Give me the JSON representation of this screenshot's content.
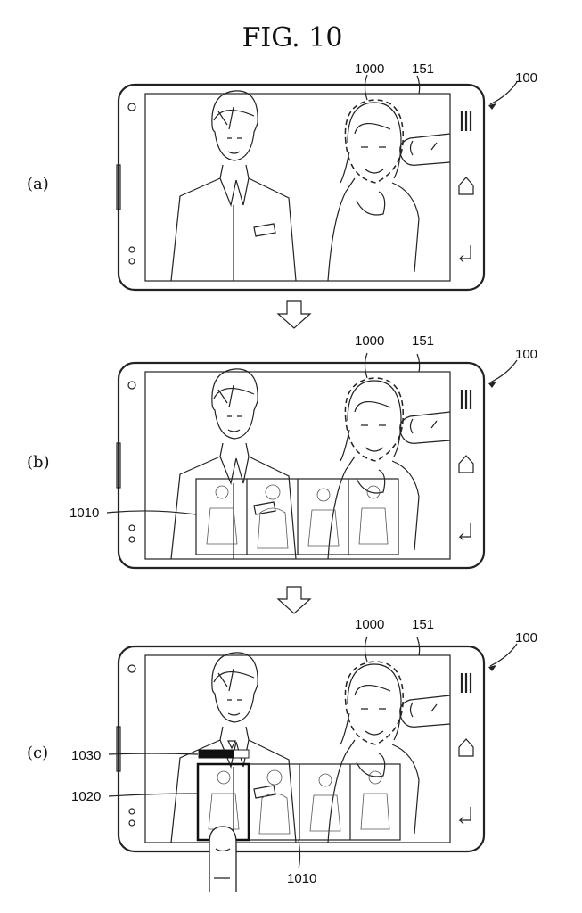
{
  "figure": {
    "title": "FIG. 10",
    "panels": [
      {
        "label": "(a)",
        "selection_ref": "1000",
        "screen_ref": "151",
        "device_ref": "100"
      },
      {
        "label": "(b)",
        "selection_ref": "1000",
        "screen_ref": "151",
        "device_ref": "100",
        "thumbnail_strip_ref": "1010"
      },
      {
        "label": "(c)",
        "selection_ref": "1000",
        "screen_ref": "151",
        "device_ref": "100",
        "thumbnail_strip_ref": "1010",
        "selected_thumbnail_ref": "1020",
        "progress_bar_ref": "1030",
        "progress_fraction": 0.7
      }
    ],
    "device_buttons": [
      "menu-icon",
      "home-icon",
      "back-icon"
    ]
  }
}
